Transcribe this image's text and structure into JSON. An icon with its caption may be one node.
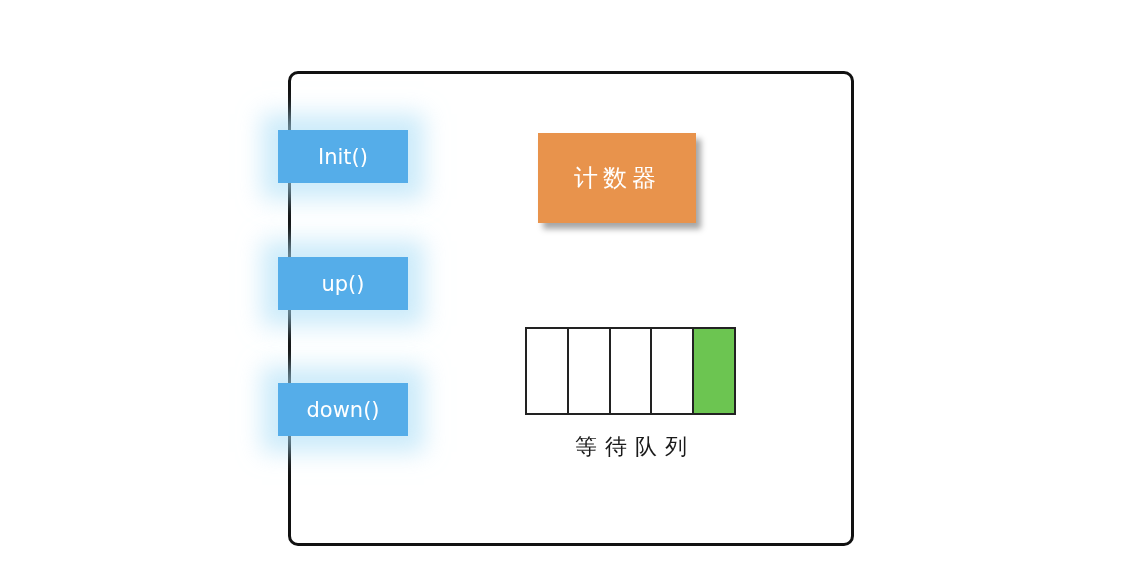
{
  "diagram": {
    "nodes": [
      {
        "text": [],
        "shape": "box"
      },
      {
        "text": [
          "Init()"
        ]
      },
      {
        "text": [
          "up()"
        ]
      },
      {
        "text": [
          "down()"
        ]
      },
      {
        "text": [
          "计数器"
        ],
        "in": 0
      },
      {
        "text": [],
        "shape": "box",
        "in": 0,
        "beside": [
          "等待队列"
        ]
      },
      {
        "text": [],
        "shape": "box",
        "in": 5
      },
      {
        "text": [],
        "shape": "box",
        "in": 5
      },
      {
        "text": [],
        "shape": "box",
        "in": 5
      },
      {
        "text": [],
        "shape": "box",
        "in": 5
      },
      {
        "text": [],
        "shape": "box",
        "in": 5
      }
    ]
  }
}
